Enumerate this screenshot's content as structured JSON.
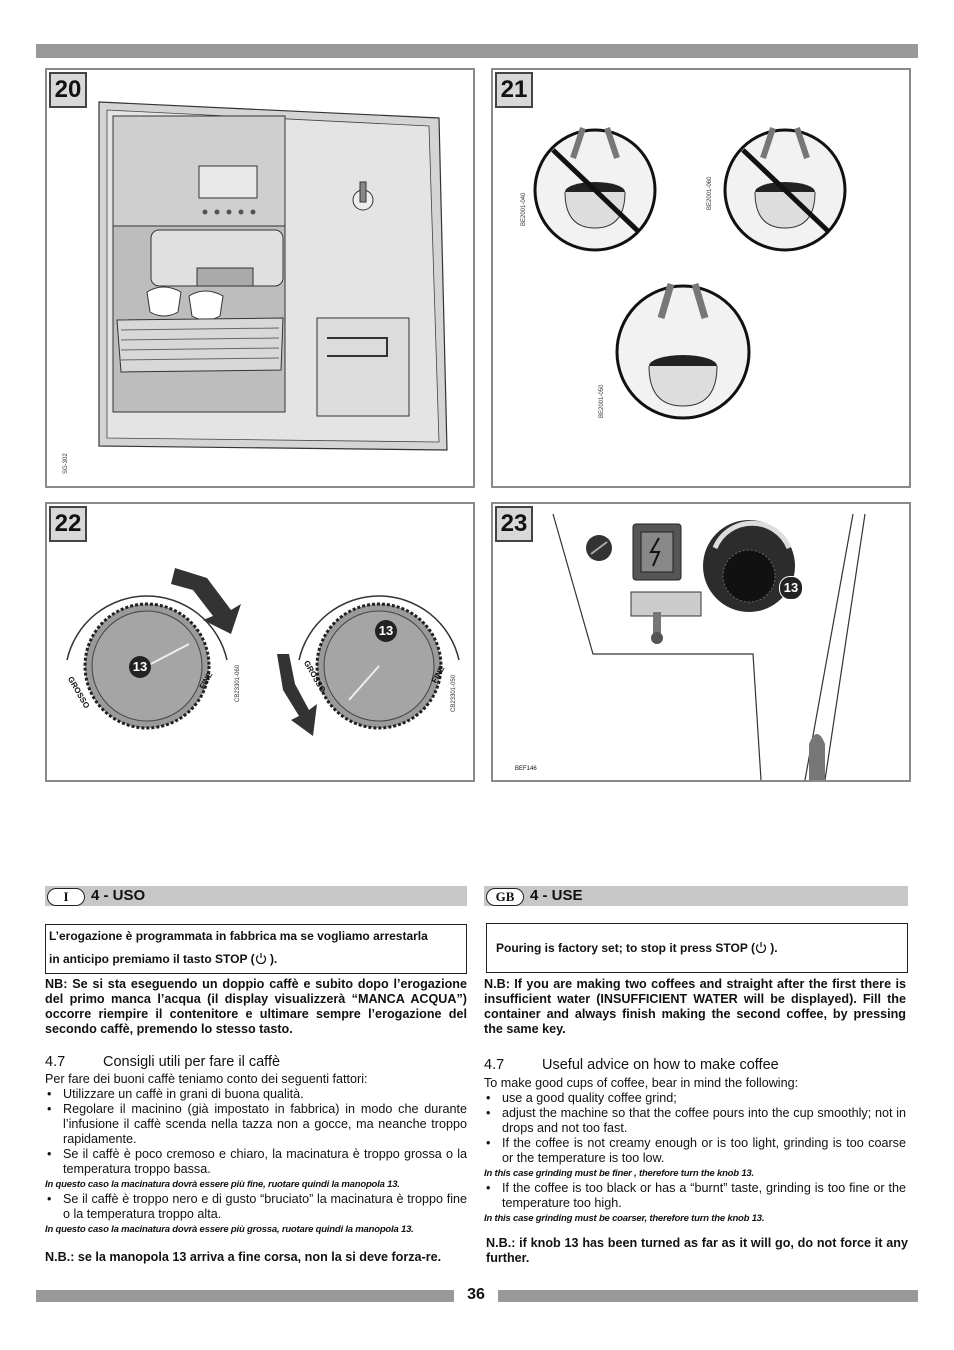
{
  "figures": {
    "f20": {
      "number": "20",
      "code": "SG-302"
    },
    "f21": {
      "number": "21",
      "codes": [
        "BE2001-040",
        "BE2001-060",
        "BE2001-050"
      ]
    },
    "f22": {
      "number": "22",
      "knob_label": "13",
      "grosso": "GROSSO",
      "fine": "FINE",
      "codes": [
        "CB23301-060",
        "CB23301-050"
      ]
    },
    "f23": {
      "number": "23",
      "knob_label": "13",
      "code": "BEF146"
    }
  },
  "italian": {
    "flag": "I",
    "title": "4 - USO",
    "box_line1": "L’erogazione è programmata in fabbrica ma se vogliamo arrestarla",
    "box_line2_before": "in anticipo premiamo il tasto STOP (",
    "box_line2_after": ").",
    "nb": "NB: Se si sta eseguendo un doppio caffè e subito dopo l’erogazione del primo manca l’acqua (il display visualizzerà “MANCA ACQUA”) occorre riempire il contenitore e ultimare sempre l’erogazione del secondo caffè, premendo lo stesso tasto.",
    "section_number": "4.7",
    "section_title": "Consigli utili per fare il caffè",
    "intro": "Per fare dei buoni caffè teniamo conto dei seguenti fattori:",
    "bullets": [
      "Utilizzare un caffè in grani di buona qualità.",
      "Regolare il macinino (già impostato in fabbrica) in modo che durante l’infusione il caffè scenda nella tazza non a gocce, ma neanche troppo rapidamente.",
      "Se il caffè è poco cremoso e chiaro, la macinatura è troppo grossa o la temperatura troppo bassa."
    ],
    "note1": "In questo caso la macinatura dovrà essere più fine, ruotare quindi la manopola 13.",
    "bullet4": "Se il caffè è troppo nero e di gusto “bruciato” la macinatura è troppo fine o la temperatura troppo alta.",
    "note2": "In questo caso la macinatura dovrà essere più grossa, ruotare quindi la manopola 13.",
    "final": "N.B.: se la manopola 13 arriva a fine corsa, non la si deve forza-re."
  },
  "english": {
    "flag": "GB",
    "title": "4 - USE",
    "box_before": "Pouring is factory set; to stop it press STOP (",
    "box_after": ").",
    "nb": "N.B: If you are making two coffees and straight after the first there is insufficient water (INSUFFICIENT WATER will be displayed). Fill the container and always finish making the second coffee, by pressing the same key.",
    "section_number": "4.7",
    "section_title": "Useful advice on how to make coffee",
    "intro": "To make good cups of coffee, bear in mind the following:",
    "bullets": [
      "use a good quality coffee grind;",
      "adjust the machine so that the coffee pours into the cup smoothly; not in drops and not too fast.",
      "If the coffee is not creamy enough or is too light, grinding is too coarse or the temperature is too low."
    ],
    "note1": "In this case grinding must be finer , therefore turn the knob 13.",
    "bullet4": "If the coffee is too black or has a “burnt” taste, grinding is too fine or the temperature too high.",
    "note2": "In this case grinding must be coarser, therefore turn the knob 13.",
    "final": "N.B.: if knob 13 has been turned as far as it will go, do not force it any further."
  },
  "page_number": "36"
}
